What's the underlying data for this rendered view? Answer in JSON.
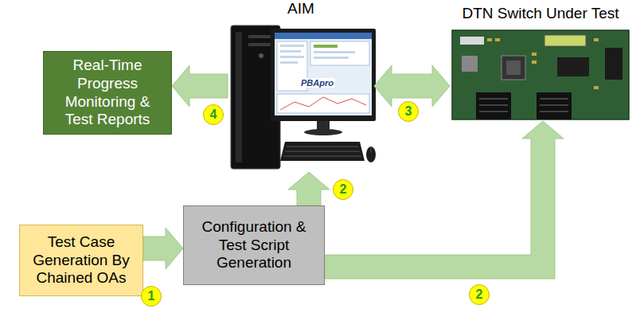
{
  "diagram": {
    "nodes": [
      {
        "text": [
          "Real-Time Progress Monitoring & Test Reports"
        ]
      },
      {
        "text": [
          "AIM"
        ]
      },
      {
        "text": [
          "DTN Switch Under Test"
        ]
      },
      {
        "text": [
          "Test Case Generation By Chained OAs"
        ]
      },
      {
        "text": [
          "Configuration & Test Script Generation"
        ]
      }
    ],
    "edges": [
      {
        "from": 3,
        "to": 4,
        "arrow": "to"
      },
      {
        "from": 4,
        "to": 1,
        "arrow": "to"
      },
      {
        "from": 4,
        "to": 2,
        "arrow": "to"
      },
      {
        "from": 1,
        "to": 2,
        "arrow": "both"
      },
      {
        "from": 1,
        "to": 0,
        "arrow": "to"
      }
    ],
    "labels": [
      "PBApro",
      "1",
      "2",
      "2",
      "3",
      "4"
    ]
  }
}
